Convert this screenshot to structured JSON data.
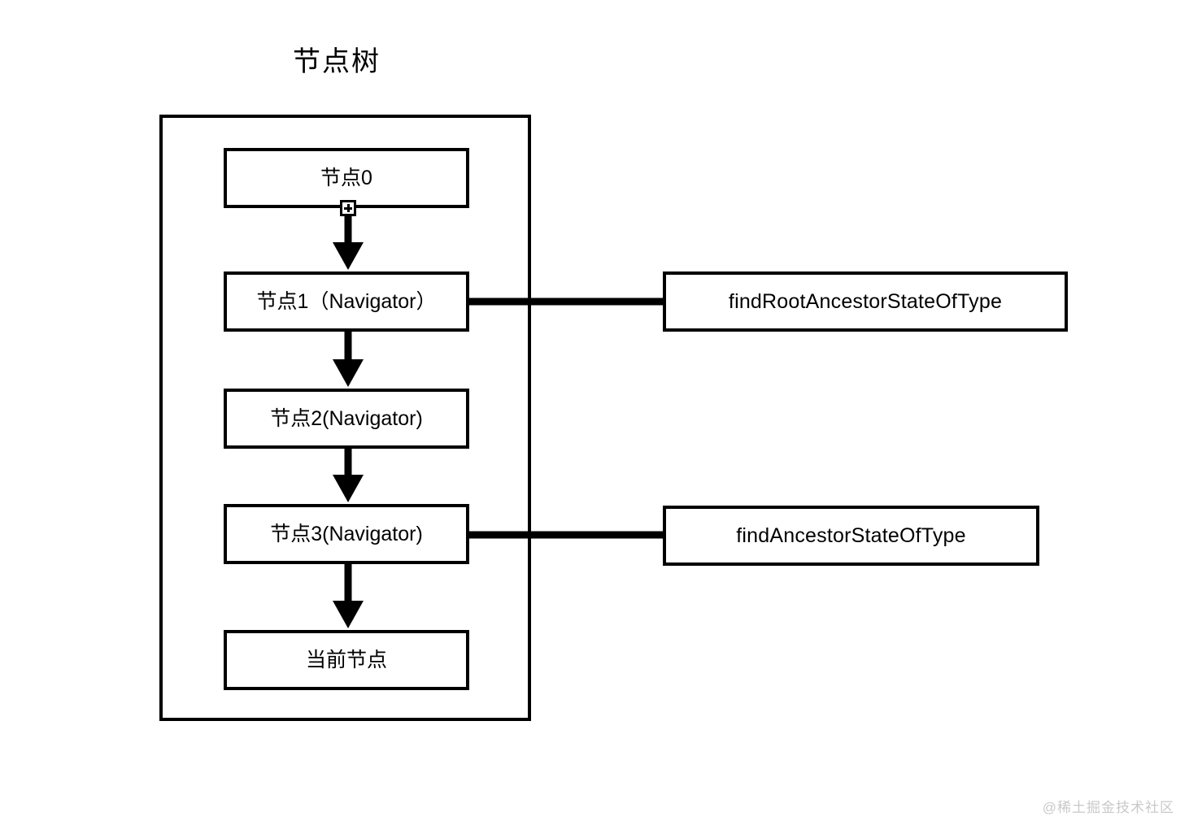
{
  "diagram": {
    "title": "节点树",
    "watermark": "@稀土掘金技术社区",
    "stroke_color": "#000000",
    "background_color": "#ffffff",
    "watermark_color": "#c9c9c9"
  },
  "tree": {
    "nodes": [
      {
        "id": "node-0",
        "label": "节点0"
      },
      {
        "id": "node-1",
        "label": "节点1（Navigator）"
      },
      {
        "id": "node-2",
        "label": "节点2(Navigator)"
      },
      {
        "id": "node-3",
        "label": "节点3(Navigator)"
      },
      {
        "id": "node-current",
        "label": "当前节点"
      }
    ]
  },
  "annotations": [
    {
      "id": "find-root-ancestor",
      "label": "findRootAncestorStateOfType",
      "target": "node-1"
    },
    {
      "id": "find-ancestor",
      "label": "findAncestorStateOfType",
      "target": "node-3"
    }
  ],
  "icons": {
    "connector_handle": "plus-connector-icon",
    "down_arrow": "arrow-down-icon",
    "left_arrow": "arrow-left-icon"
  }
}
